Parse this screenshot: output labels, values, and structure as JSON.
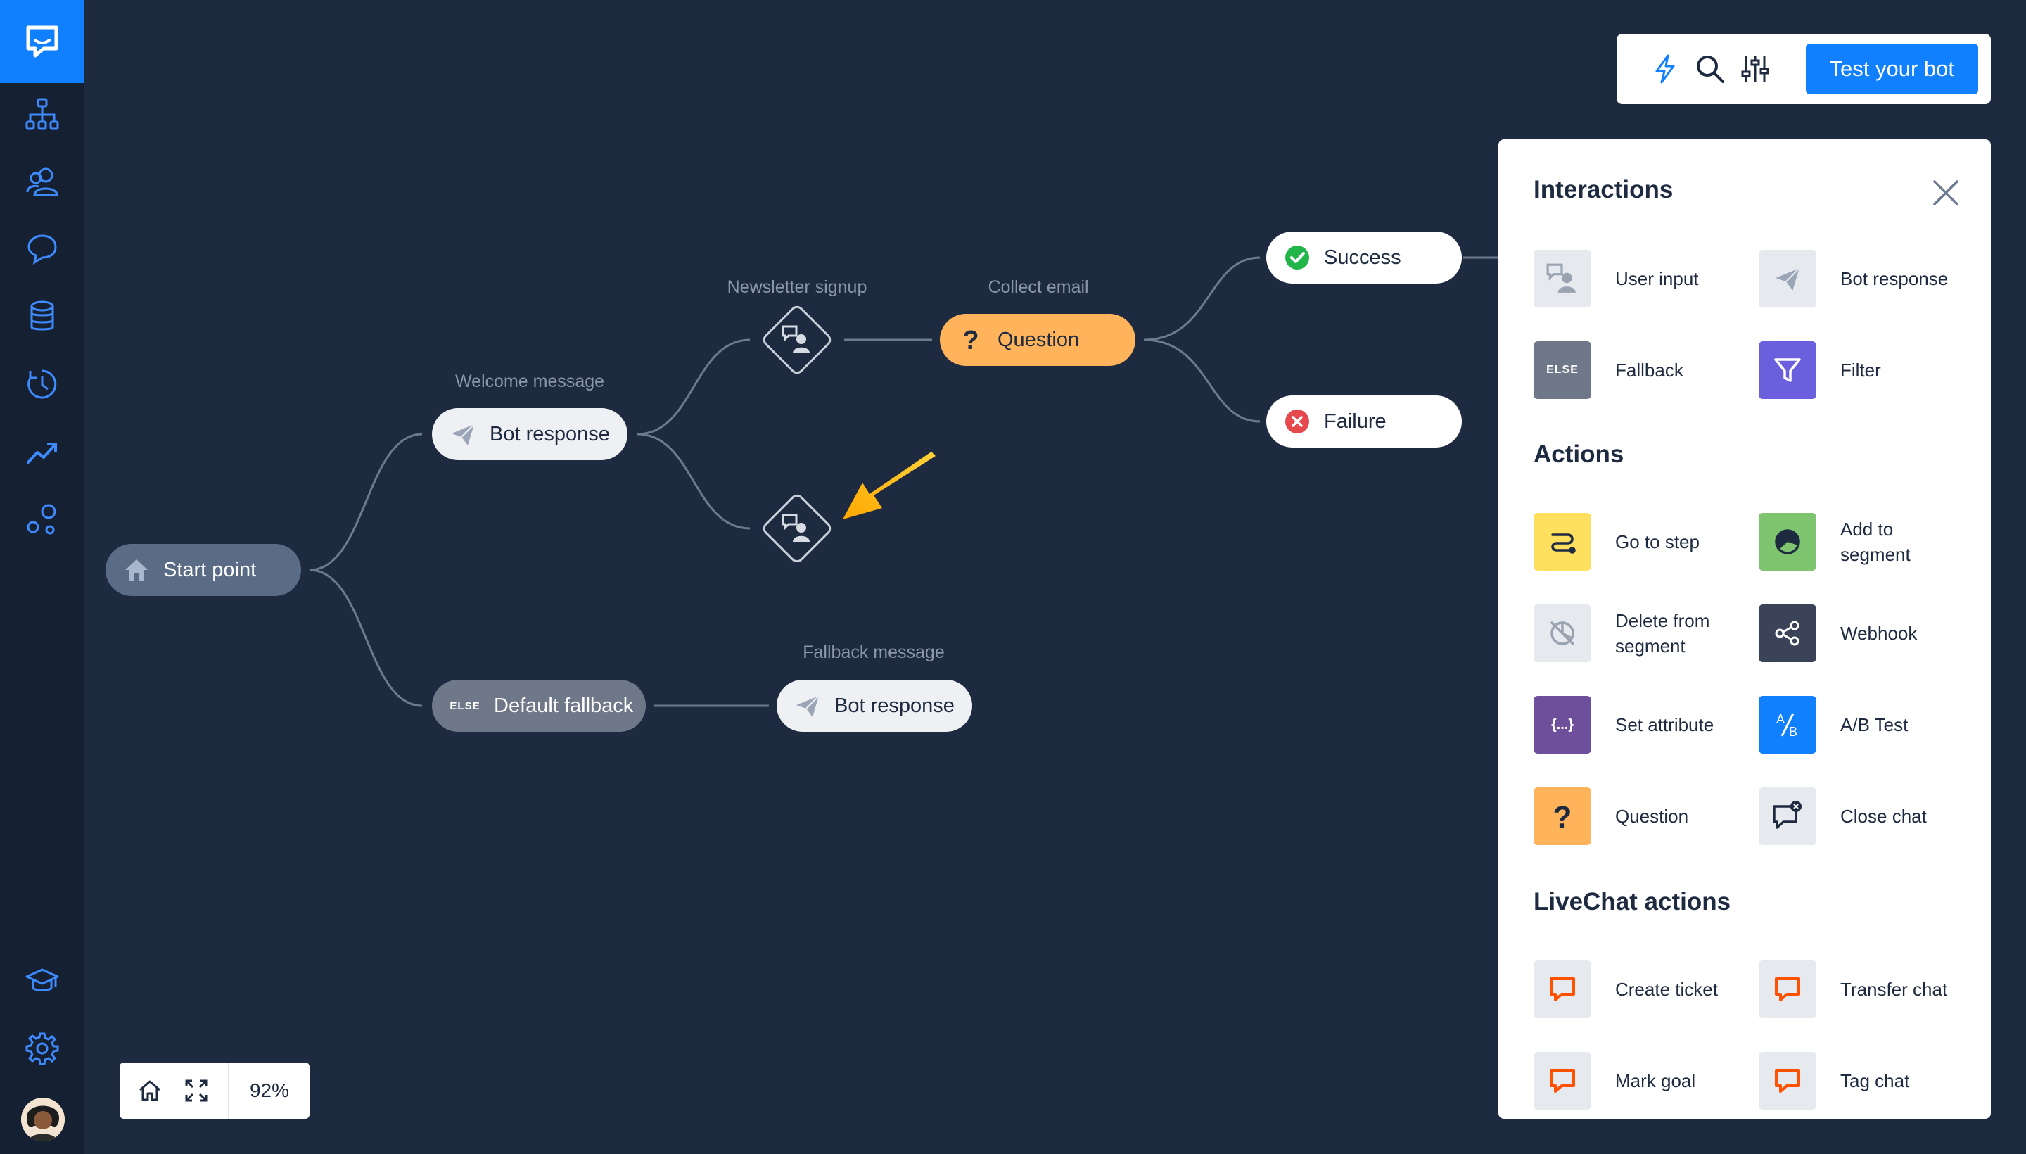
{
  "sidebar": {
    "items": [
      {
        "icon": "flow-icon"
      },
      {
        "icon": "users-icon"
      },
      {
        "icon": "chat-icon"
      },
      {
        "icon": "database-icon"
      },
      {
        "icon": "history-icon"
      },
      {
        "icon": "analytics-icon"
      },
      {
        "icon": "integrations-icon"
      }
    ],
    "bottom_items": [
      {
        "icon": "academy-icon"
      },
      {
        "icon": "settings-icon"
      }
    ]
  },
  "toolbar": {
    "test_button": "Test your bot"
  },
  "canvas": {
    "nodes": {
      "start": {
        "label": "Start point"
      },
      "welcome": {
        "caption": "Welcome message",
        "label": "Bot response"
      },
      "newsletter": {
        "caption": "Newsletter signup"
      },
      "collect": {
        "caption": "Collect email",
        "label": "Question"
      },
      "success": {
        "label": "Success"
      },
      "failure": {
        "label": "Failure"
      },
      "fallback": {
        "badge": "ELSE",
        "label": "Default fallback"
      },
      "fallback_msg": {
        "caption": "Fallback message",
        "label": "Bot response"
      }
    }
  },
  "panel": {
    "sections": {
      "interactions": {
        "title": "Interactions",
        "items": [
          {
            "label": "User input",
            "icon": "user-input-icon"
          },
          {
            "label": "Bot response",
            "icon": "send-icon"
          },
          {
            "label": "Fallback",
            "icon": "else-icon",
            "badge": "ELSE"
          },
          {
            "label": "Filter",
            "icon": "filter-icon"
          }
        ]
      },
      "actions": {
        "title": "Actions",
        "items": [
          {
            "label": "Go to step",
            "icon": "go-to-step-icon"
          },
          {
            "label": "Add to\nsegment",
            "icon": "segment-icon"
          },
          {
            "label": "Delete from\nsegment",
            "icon": "delete-segment-icon"
          },
          {
            "label": "Webhook",
            "icon": "webhook-icon"
          },
          {
            "label": "Set attribute",
            "icon": "attribute-icon",
            "badge": "{...}"
          },
          {
            "label": "A/B Test",
            "icon": "ab-test-icon"
          },
          {
            "label": "Question",
            "icon": "question-icon"
          },
          {
            "label": "Close chat",
            "icon": "close-chat-icon"
          }
        ]
      },
      "livechat": {
        "title": "LiveChat actions",
        "items": [
          {
            "label": "Create ticket",
            "icon": "livechat-icon"
          },
          {
            "label": "Transfer chat",
            "icon": "livechat-icon"
          },
          {
            "label": "Mark goal",
            "icon": "livechat-icon"
          },
          {
            "label": "Tag chat",
            "icon": "livechat-icon"
          }
        ]
      }
    }
  },
  "zoom": {
    "value": "92%"
  },
  "colors": {
    "background": "#1d2a40",
    "sidebar": "#162033",
    "accent": "#1180ff",
    "highlight": "#ffb45c",
    "success": "#22b54a",
    "failure": "#e5484d",
    "arrow": "#ffb800"
  }
}
